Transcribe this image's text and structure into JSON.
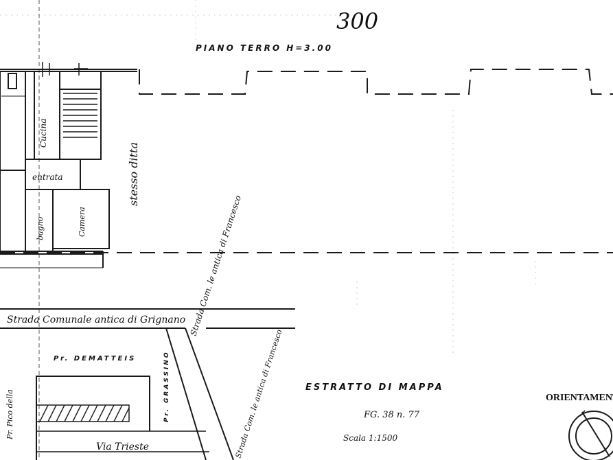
{
  "sheet": {
    "page_number": "300",
    "floor_label": "PIANO TERRO  H=3.00"
  },
  "rooms": {
    "cucina": "Cucina",
    "entrata": "entrata",
    "bagno": "bagno",
    "camera": "Camera",
    "stesso_ditta": "stesso ditta"
  },
  "streets": {
    "strada_comunale": "Strada Comunale antica di Grignano",
    "strada_comunale_2": "Strada Com. le antica di Francesco",
    "via_trieste": "Via Trieste",
    "via_pico": "Pr. Pico della"
  },
  "parcels": {
    "dematteis": "Pr. DEMATTEIS",
    "grassino": "Pr. GRASSINO"
  },
  "map_extract": {
    "title": "ESTRATTO DI MAPPA",
    "sheet_ref": "FG. 38  n. 77",
    "scale": "Scala 1:1500"
  },
  "orientation": {
    "label": "ORIENTAMENTO"
  }
}
